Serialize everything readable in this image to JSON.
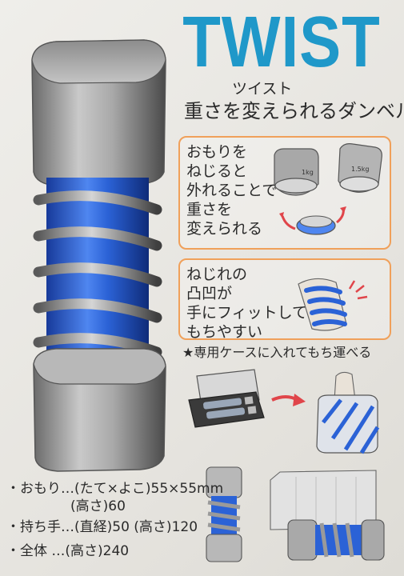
{
  "poster": {
    "title": "TWIST",
    "subtitle_kana": "ツイスト",
    "subtitle": "重さを変えられるダンベル",
    "feature1": "おもりを\nねじると\n外れることで\n重さを\n変えられる",
    "weight_labels": [
      "1kg",
      "1.5kg"
    ],
    "feature2": "ねじれの\n凸凹が\n手にフィットして\nもちやすい",
    "case_note": "★専用ケースに入れてもち運べる",
    "specs": {
      "weight": "・おもり…(たて×よこ)55×55mm",
      "weight_height": "(高さ)60",
      "handle": "・持ち手…(直経)50 (高さ)120",
      "total": "・全体 …(高さ)240"
    }
  },
  "colors": {
    "title_blue": "#1f98c9",
    "grip_blue": "#2b62d6",
    "box_border": "#f0a05a",
    "arrow_red": "#e0454a",
    "metal_gray": "#9a9a9a"
  }
}
